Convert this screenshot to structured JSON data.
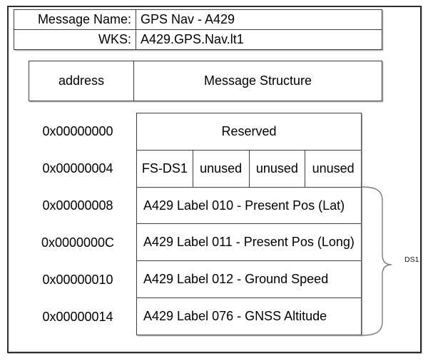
{
  "meta": {
    "title_label": "Message Name:",
    "title_value": "GPS Nav - A429",
    "wks_label": "WKS:",
    "wks_value": "A429.GPS.Nav.lt1"
  },
  "header": {
    "address_col": "address",
    "structure_col": "Message Structure"
  },
  "rows": [
    {
      "address": "0x00000000",
      "cells": [
        "Reserved"
      ]
    },
    {
      "address": "0x00000004",
      "cells": [
        "FS-DS1",
        "unused",
        "unused",
        "unused"
      ]
    },
    {
      "address": "0x00000008",
      "cells": [
        "A429 Label 010 - Present Pos (Lat)"
      ]
    },
    {
      "address": "0x0000000C",
      "cells": [
        "A429 Label 011 - Present Pos (Long)"
      ]
    },
    {
      "address": "0x00000010",
      "cells": [
        "A429 Label 012 - Ground Speed"
      ]
    },
    {
      "address": "0x00000014",
      "cells": [
        "A429 Label 076 - GNSS Altitude"
      ]
    }
  ],
  "brace": {
    "label": "DS1",
    "spans_addresses": [
      "0x00000008",
      "0x00000014"
    ]
  },
  "colors": {
    "border": "#3c3c3c",
    "outer_border": "#2e2e2e",
    "brace": "#7b7b7b",
    "text": "#000000",
    "background": "#ffffff"
  }
}
